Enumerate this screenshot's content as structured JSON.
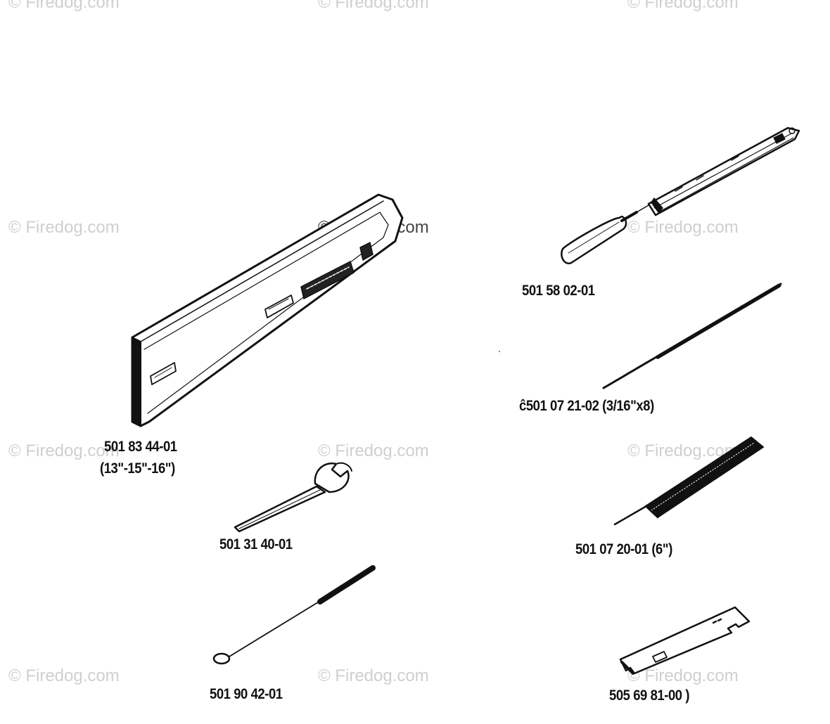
{
  "watermark": "© Firedog.com",
  "parts": [
    {
      "id": "guide-bar-cover",
      "number": "501 83 44-01",
      "size": "(13\"-15\"-16\")"
    },
    {
      "id": "file-holder",
      "number": "501 58 02-01"
    },
    {
      "id": "round-file",
      "number": "ĉ501 07 21-02 (3/16\"x8)"
    },
    {
      "id": "combination-spanner",
      "number": "501 31 40-01"
    },
    {
      "id": "flat-file",
      "number": "501 07 20-01 (6\")"
    },
    {
      "id": "cleaning-brush",
      "number": "501 90 42-01"
    },
    {
      "id": "depth-gauge-tool",
      "number": "505 69 81-00 )"
    }
  ],
  "colors": {
    "ink": "#111111",
    "watermark": "#cfcfcf"
  }
}
